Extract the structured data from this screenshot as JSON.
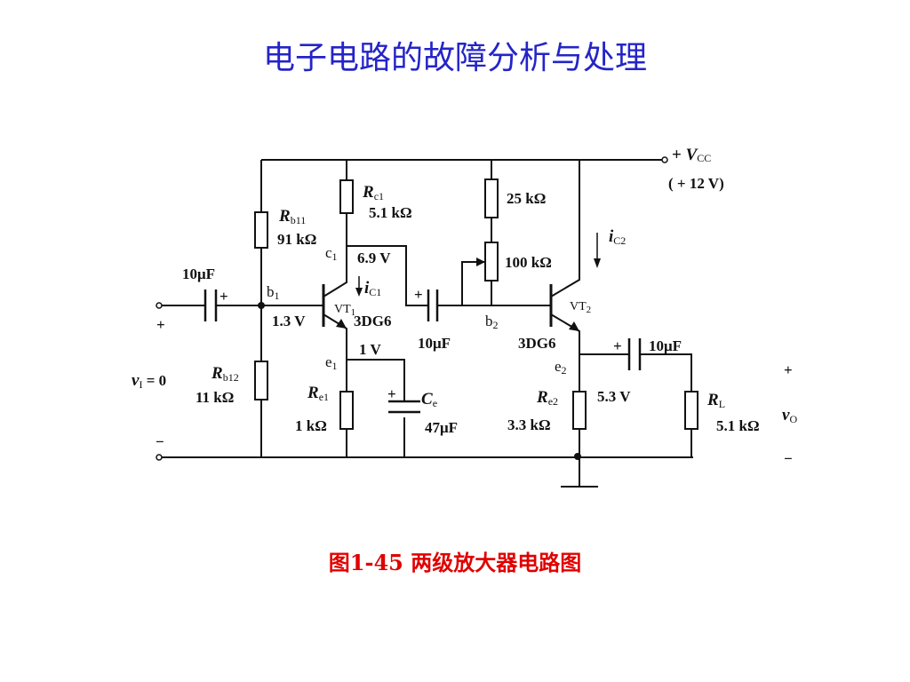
{
  "title": "电子电路的故障分析与处理",
  "caption": "图1-45 两级放大器电路图",
  "diagram": {
    "vcc": {
      "plus": "+",
      "sym": "V",
      "sub": "CC",
      "value": "( + 12 V)"
    },
    "rb11": {
      "sym": "R",
      "sub": "b11",
      "value": "91 kΩ"
    },
    "rb12": {
      "sym": "R",
      "sub": "b12",
      "value": "11 kΩ"
    },
    "rc1": {
      "sym": "R",
      "sub": "c1",
      "value": "5.1 kΩ"
    },
    "re1": {
      "sym": "R",
      "sub": "e1",
      "value": "1 kΩ"
    },
    "ce": {
      "sym": "C",
      "sub": "e",
      "value": "47μF",
      "plus": "+"
    },
    "r25": {
      "value": "25 kΩ"
    },
    "pot": {
      "value": "100 kΩ"
    },
    "re2": {
      "sym": "R",
      "sub": "e2",
      "value": "3.3 kΩ"
    },
    "rl": {
      "sym": "R",
      "sub": "L",
      "value": "5.1 kΩ"
    },
    "cin": {
      "value": "10μF",
      "plus": "+"
    },
    "cmid": {
      "value": "10μF",
      "plus": "+"
    },
    "cout": {
      "value": "10μF",
      "plus": "+"
    },
    "vt1": {
      "sym": "VT",
      "sub": "1",
      "type": "3DG6"
    },
    "vt2": {
      "sym": "VT",
      "sub": "2",
      "type": "3DG6"
    },
    "nodes": {
      "b1": {
        "sym": "b",
        "sub": "1",
        "voltage": "1.3 V"
      },
      "c1": {
        "sym": "c",
        "sub": "1",
        "voltage": "6.9 V"
      },
      "e1": {
        "sym": "e",
        "sub": "1",
        "voltage": "1 V"
      },
      "b2": {
        "sym": "b",
        "sub": "2"
      },
      "e2": {
        "sym": "e",
        "sub": "2",
        "voltage": "5.3 V"
      }
    },
    "ic1": {
      "sym": "i",
      "sub": "C1"
    },
    "ic2": {
      "sym": "i",
      "sub": "C2"
    },
    "input": {
      "plus": "+",
      "minus": "−",
      "sym": "v",
      "sub": "I",
      "eq": " = 0"
    },
    "output": {
      "plus": "+",
      "minus": "−",
      "sym": "v",
      "sub": "O"
    }
  }
}
